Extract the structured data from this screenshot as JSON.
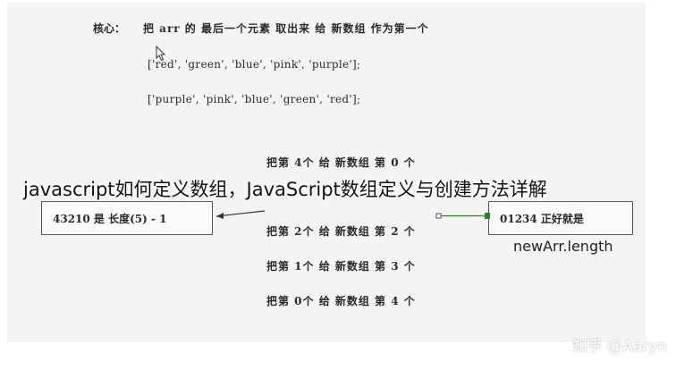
{
  "overlay_title": "javascript如何定义数组，JavaScript数组定义与创建方法详解",
  "slide": {
    "core_label": "核心：",
    "core_text": "把 arr  的 最后一个元素 取出来 给  新数组 作为第一个",
    "array_original": "['red', 'green', 'blue', 'pink', 'purple'];",
    "array_reversed": "['purple', 'pink', 'blue', 'green', 'red'];",
    "steps": [
      "把第 4个    给 新数组 第 0 个",
      "把第 2个    给 新数组 第 2 个",
      "把第 1个    给 新数组 第 3 个",
      "把第 0个    给 新数组 第 4 个"
    ],
    "left_box": "43210  是 长度(5) - 1",
    "right_box": "01234   正好就是",
    "newarr_label": "newArr.length"
  },
  "watermark": "知乎 @Aaryn",
  "colors": {
    "slide_bg": "#f4f4f2",
    "text": "#2a2a2a",
    "arrow_green": "#2e7d32"
  },
  "icons": [
    "mouse-cursor-icon",
    "arrow-left-icon",
    "arrow-right-icon"
  ]
}
